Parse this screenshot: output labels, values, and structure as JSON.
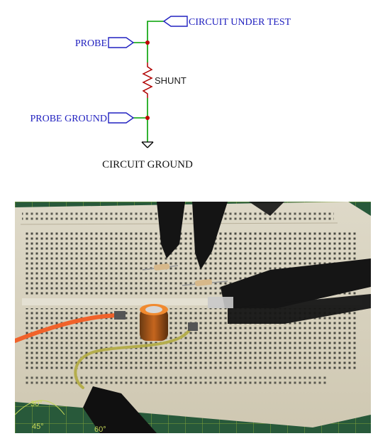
{
  "schematic": {
    "circuit_under_test_label": "CIRCUIT UNDER TEST",
    "probe_label": "PROBE",
    "shunt_label": "SHUNT",
    "probe_ground_label": "PROBE GROUND",
    "circuit_ground_label": "CIRCUIT GROUND",
    "colors": {
      "wire": "#00a000",
      "port": "#2020c0",
      "node": "#c00000",
      "resistor": "#b00000",
      "ground": "#000000",
      "text_blue": "#1f1fbf"
    }
  },
  "photo": {
    "description_icons": [
      "breadboard",
      "capacitor",
      "resistor",
      "probe-clip",
      "cutting-mat"
    ],
    "mat_markings": [
      "30°",
      "45°",
      "60°"
    ]
  }
}
